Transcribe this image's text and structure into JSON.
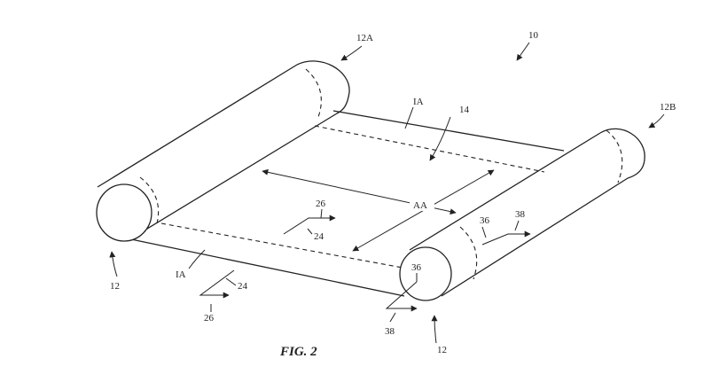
{
  "figure": {
    "caption": "FIG. 2",
    "labels": {
      "device": "10",
      "roller_top": "12A",
      "roller_right": "12B",
      "roller_left_bottom": "12",
      "roller_right_bottom": "12",
      "inactive_top": "IA",
      "inactive_bottom": "IA",
      "display": "14",
      "active_area": "AA",
      "axis_26_center": "26",
      "axis_24_center": "24",
      "axis_24_front": "24",
      "axis_26_front": "26",
      "axis_36_right": "36",
      "axis_38_right": "38",
      "axis_36_cap": "36",
      "axis_38_bottom": "38"
    }
  }
}
